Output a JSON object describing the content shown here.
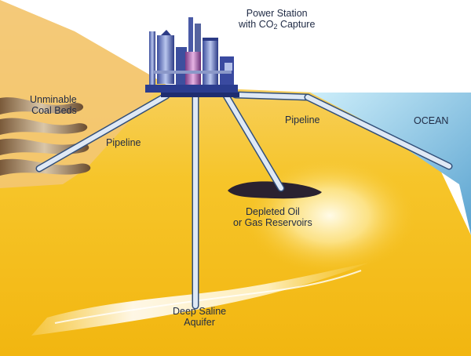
{
  "labels": {
    "power_station_line1": "Power Station",
    "power_station_line2_prefix": "with CO",
    "power_station_line2_sub": "2",
    "power_station_line2_suffix": " Capture",
    "coal_line1": "Unminable",
    "coal_line2": "Coal Beds",
    "pipeline_left": "Pipeline",
    "pipeline_right": "Pipeline",
    "ocean": "OCEAN",
    "depleted_line1": "Depleted Oil",
    "depleted_line2": "or Gas Reservoirs",
    "aquifer_line1": "Deep Saline",
    "aquifer_line2": "Aquifer"
  },
  "colors": {
    "ground_upper": "#f7d27a",
    "ground_lower": "#f5c011",
    "hill": "#f2c36a",
    "ocean_top": "#bfe6f4",
    "ocean_bottom": "#5aa9d3",
    "pipe": "#dfe9f5",
    "pipe_edge": "#33507a",
    "platform": "#2b3d8f",
    "reservoir": "#2a2230",
    "aquifer": "#fff6d6",
    "text": "#1f2a44"
  }
}
